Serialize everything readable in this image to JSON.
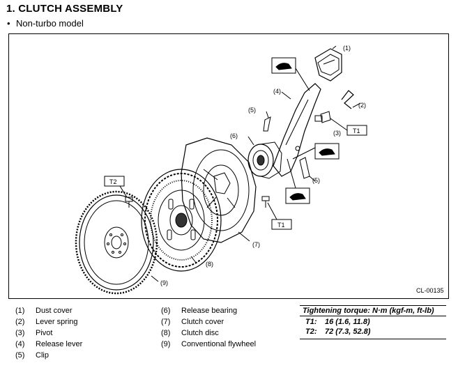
{
  "title": "1.  CLUTCH ASSEMBLY",
  "subtitle": "Non-turbo model",
  "bullet": "•",
  "figure_code": "CL-00135",
  "callouts": {
    "c1": "(1)",
    "c2": "(2)",
    "c3": "(3)",
    "c4": "(4)",
    "c5a": "(5)",
    "c5b": "(5)",
    "c6": "(6)",
    "c7": "(7)",
    "c8": "(8)",
    "c9": "(9)",
    "t1a": "T1",
    "t1b": "T1",
    "t2": "T2"
  },
  "legend_left": [
    {
      "num": "(1)",
      "label": "Dust cover"
    },
    {
      "num": "(2)",
      "label": "Lever spring"
    },
    {
      "num": "(3)",
      "label": "Pivot"
    },
    {
      "num": "(4)",
      "label": "Release lever"
    },
    {
      "num": "(5)",
      "label": "Clip"
    }
  ],
  "legend_right": [
    {
      "num": "(6)",
      "label": "Release bearing"
    },
    {
      "num": "(7)",
      "label": "Clutch cover"
    },
    {
      "num": "(8)",
      "label": "Clutch disc"
    },
    {
      "num": "(9)",
      "label": "Conventional flywheel"
    }
  ],
  "torque": {
    "heading": "Tightening torque: N·m (kgf-m, ft-lb)",
    "rows": [
      {
        "key": "T1:",
        "value": "16 (1.6, 11.8)"
      },
      {
        "key": "T2:",
        "value": "72 (7.3, 52.8)"
      }
    ]
  },
  "icons": [
    "grease-icon",
    "grease-icon",
    "grease-icon",
    "grease-icon"
  ]
}
